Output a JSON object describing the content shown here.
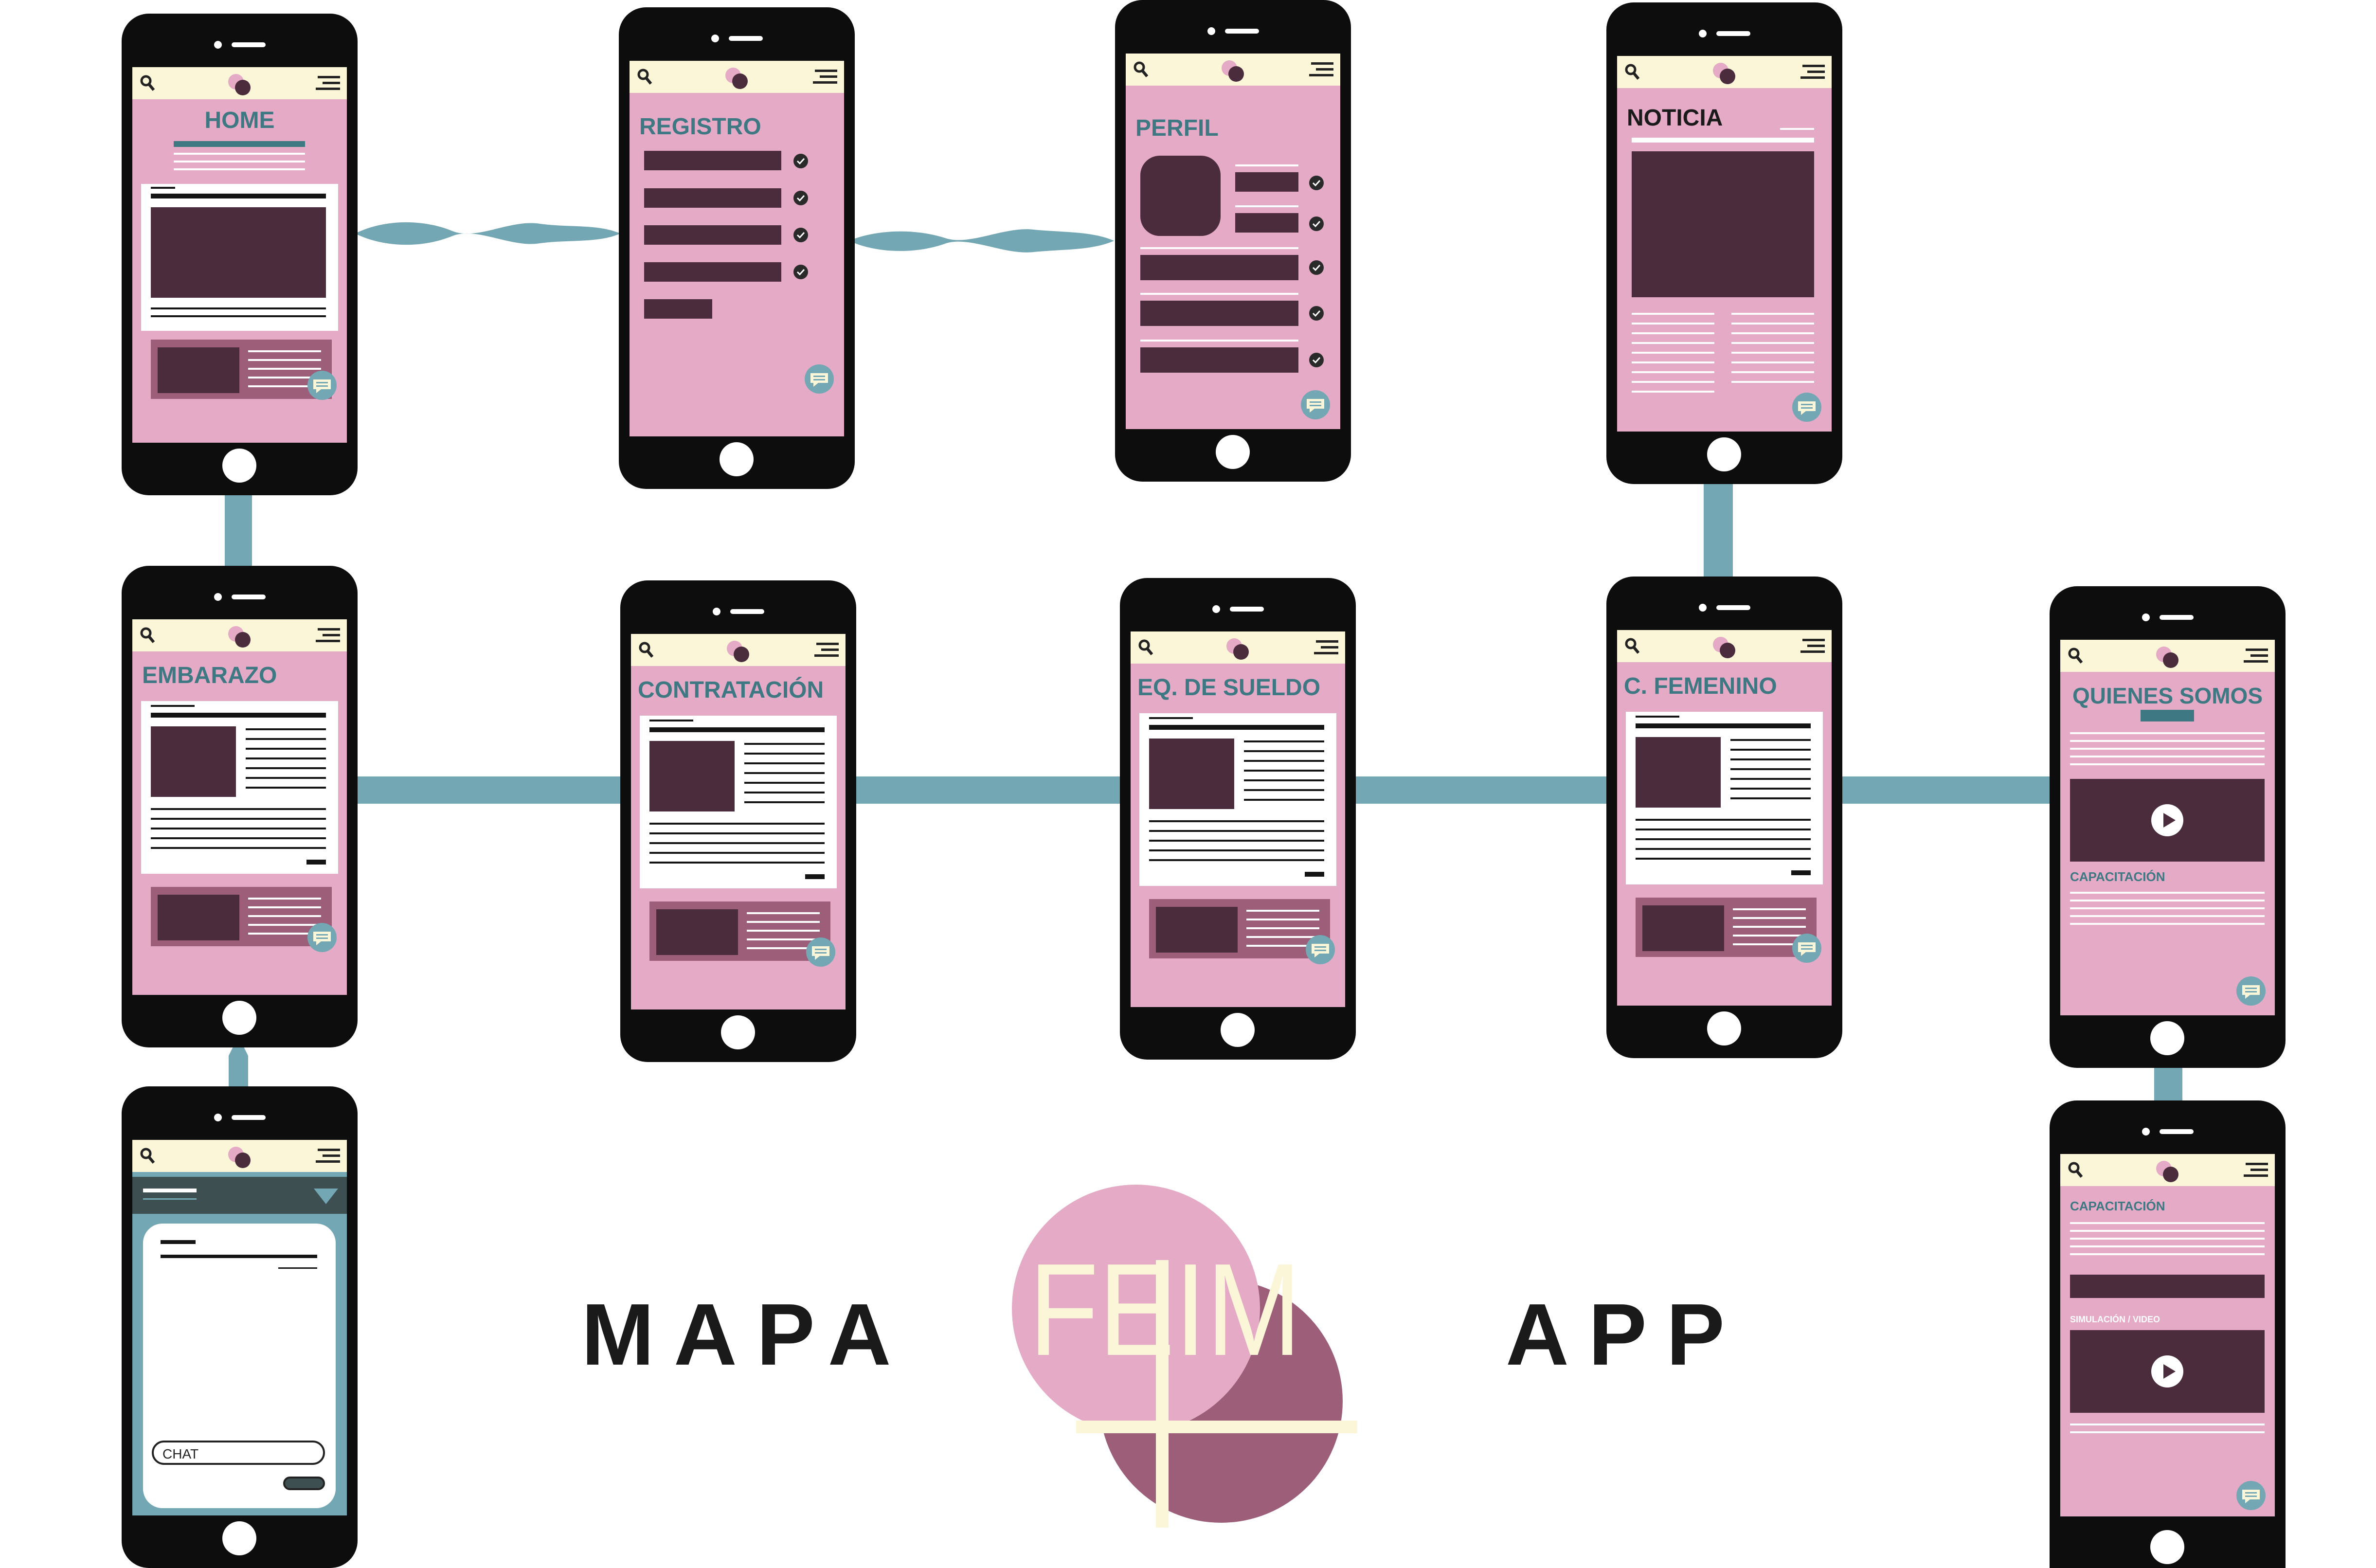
{
  "screens": {
    "home": "HOME",
    "registro": "REGISTRO",
    "perfil": "PERFIL",
    "noticia": "NOTICIA",
    "embarazo": "EMBARAZO",
    "contratacion": "CONTRATACIÓN",
    "eq_sueldo": "EQ. DE SUELDO",
    "c_femenino": "C. FEMENINO",
    "quienes_somos": "QUIENES SOMOS"
  },
  "labels": {
    "capacitacion": "CAPACITACIÓN",
    "simulacion_video": "SIMULACIÓN / VIDEO",
    "chat": "CHAT"
  },
  "title": {
    "left": "MAPA",
    "right": "APP",
    "logo": "FEIM"
  },
  "colors": {
    "screen_pink": "#e4aac6",
    "topbar_cream": "#fcf6d8",
    "connector_teal": "#74a7b4",
    "title_teal": "#3d7883",
    "plum": "#4a2c3d",
    "mauve": "#9c5e79",
    "logo_light": "#e4aac6",
    "logo_dark": "#9c5e79",
    "logo_text": "#fcf6d8"
  }
}
